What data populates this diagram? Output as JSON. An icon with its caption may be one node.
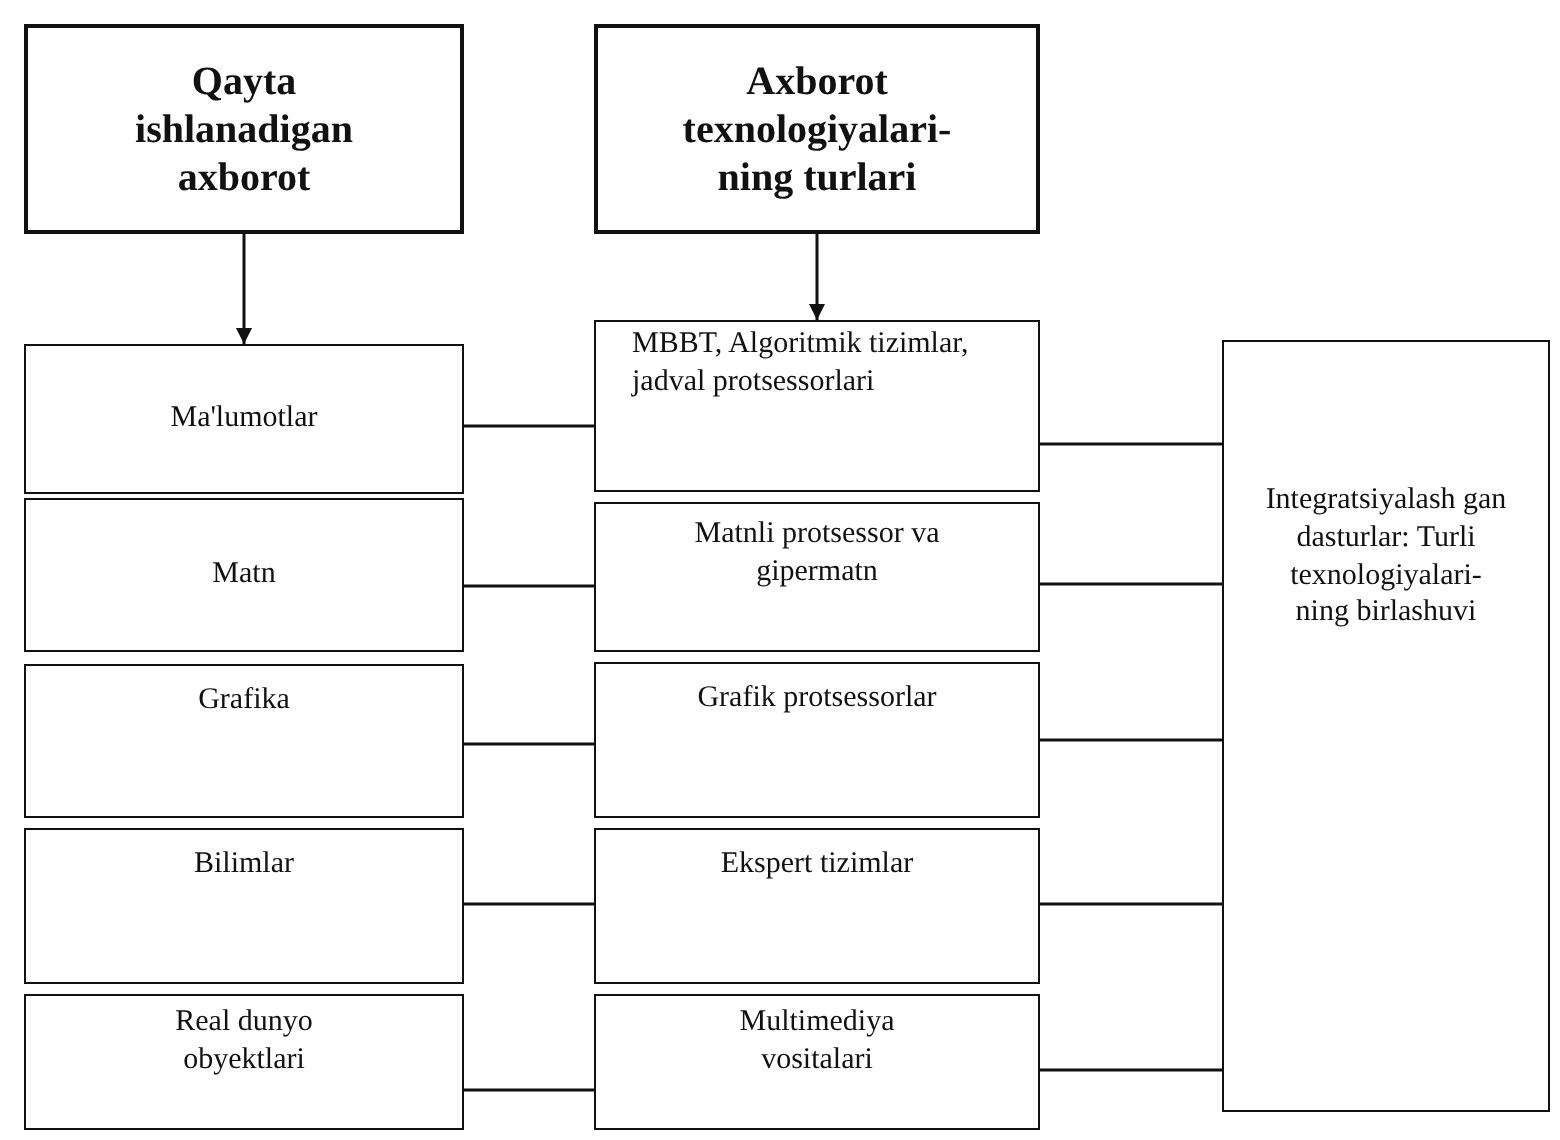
{
  "diagram": {
    "nodes": [
      {
        "text": [
          "Qayta ishlanadigan axborot"
        ]
      },
      {
        "text": [
          "Axborot texnologiyalari- ning turlari"
        ]
      },
      {
        "text": [
          "Ma'lumotlar"
        ]
      },
      {
        "text": [
          "Matn"
        ]
      },
      {
        "text": [
          "Grafika"
        ]
      },
      {
        "text": [
          "Bilimlar"
        ]
      },
      {
        "text": [
          "Real dunyo obyektlari"
        ]
      },
      {
        "text": [
          "MBBT, Algoritmik tizimlar, jadval protsessorlari"
        ]
      },
      {
        "text": [
          "Matnli protsessor va gipermatn"
        ]
      },
      {
        "text": [
          "Grafik protsessorlar"
        ]
      },
      {
        "text": [
          "Ekspert tizimlar"
        ]
      },
      {
        "text": [
          "Multimediya vositalari"
        ]
      },
      {
        "text": [
          "Integratsiyalash gan dasturlar: Turli texnologiyalari- ning birlashuvi"
        ]
      }
    ],
    "edges": [
      {
        "from": 0,
        "to": 2,
        "arrow": "to"
      },
      {
        "from": 1,
        "to": 7,
        "arrow": "to"
      },
      {
        "from": 2,
        "to": 7,
        "arrow": "none"
      },
      {
        "from": 3,
        "to": 8,
        "arrow": "none"
      },
      {
        "from": 4,
        "to": 9,
        "arrow": "none"
      },
      {
        "from": 5,
        "to": 10,
        "arrow": "none"
      },
      {
        "from": 6,
        "to": 11,
        "arrow": "none"
      },
      {
        "from": 7,
        "to": 12,
        "arrow": "none"
      },
      {
        "from": 8,
        "to": 12,
        "arrow": "none"
      },
      {
        "from": 9,
        "to": 12,
        "arrow": "none"
      },
      {
        "from": 10,
        "to": 12,
        "arrow": "none"
      },
      {
        "from": 11,
        "to": 12,
        "arrow": "none"
      }
    ]
  }
}
